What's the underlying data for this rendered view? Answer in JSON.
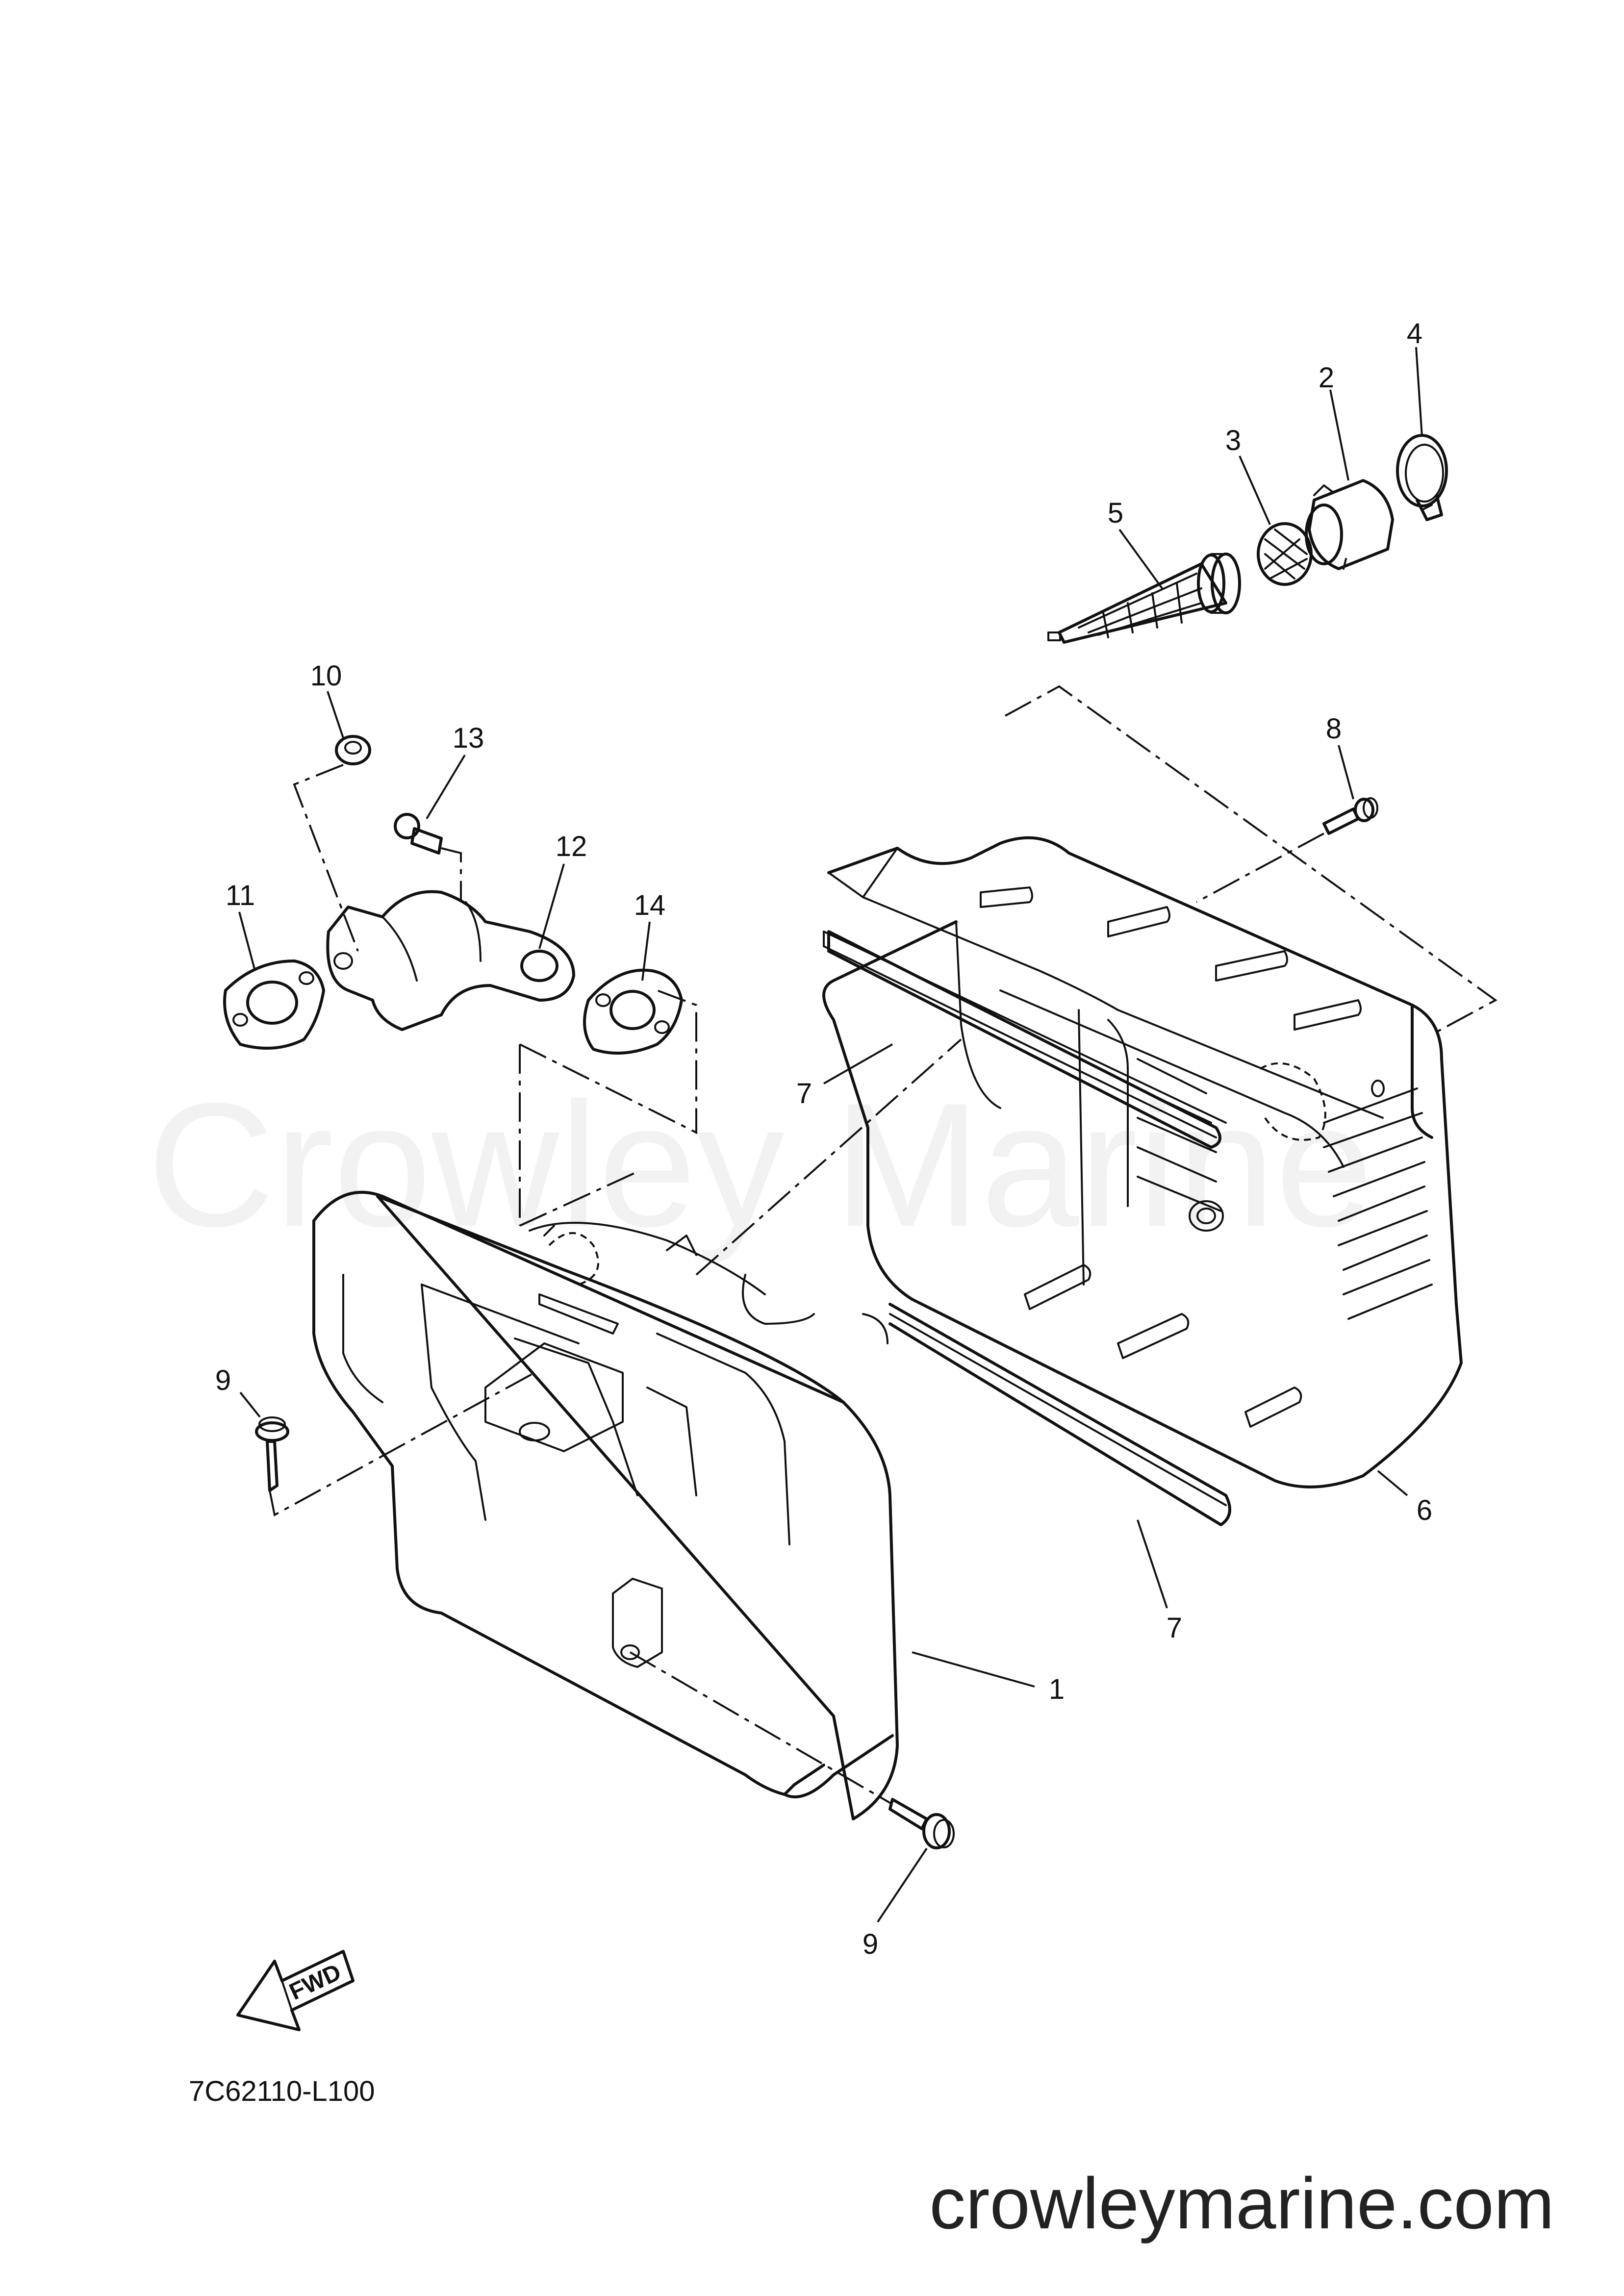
{
  "watermark": "Crowley Marine",
  "footer_site": "crowleymarine.com",
  "diagram_code": "7C62110-L100",
  "fwd_label": "FWD",
  "callouts": {
    "c1": "1",
    "c2": "2",
    "c3": "3",
    "c4": "4",
    "c5": "5",
    "c6": "6",
    "c7a": "7",
    "c7b": "7",
    "c8": "8",
    "c9a": "9",
    "c9b": "9",
    "c10": "10",
    "c11": "11",
    "c12": "12",
    "c13": "13",
    "c14": "14"
  }
}
